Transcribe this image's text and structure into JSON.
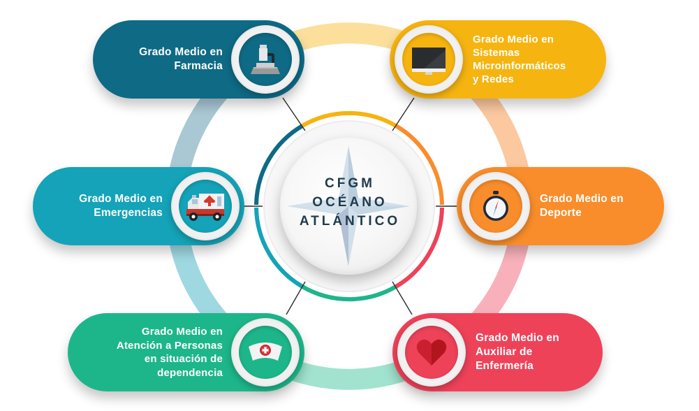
{
  "diagram": {
    "center": {
      "lines": [
        "CFGM",
        "OCÉANO",
        "ATLÁNTICO"
      ],
      "logo": "compass-star-logo"
    },
    "nodes": [
      {
        "id": "farmacia",
        "lines": [
          "Grado Medio en",
          "Farmacia"
        ],
        "icon": "microscope-icon",
        "color": "#0e6a85",
        "position": "top-left"
      },
      {
        "id": "sistemas",
        "lines": [
          "Grado Medio en",
          "Sistemas",
          "Microinformáticos",
          "y Redes"
        ],
        "icon": "monitor-icon",
        "color": "#f6b410",
        "position": "top-right"
      },
      {
        "id": "emergencias",
        "lines": [
          "Grado Medio en",
          "Emergencias"
        ],
        "icon": "ambulance-icon",
        "color": "#14a3b8",
        "position": "middle-left"
      },
      {
        "id": "deporte",
        "lines": [
          "Grado Medio en",
          "Deporte"
        ],
        "icon": "stopwatch-icon",
        "color": "#f98d2b",
        "position": "middle-right"
      },
      {
        "id": "dependencia",
        "lines": [
          "Grado Medio en",
          "Atención a Personas",
          "en situación de",
          "dependencia"
        ],
        "icon": "nurse-cap-icon",
        "color": "#1db68a",
        "position": "bottom-left"
      },
      {
        "id": "enfermeria",
        "lines": [
          "Grado Medio en",
          "Auxiliar de",
          "Enfermería"
        ],
        "icon": "heart-icon",
        "color": "#ee4259",
        "position": "bottom-right"
      }
    ]
  }
}
